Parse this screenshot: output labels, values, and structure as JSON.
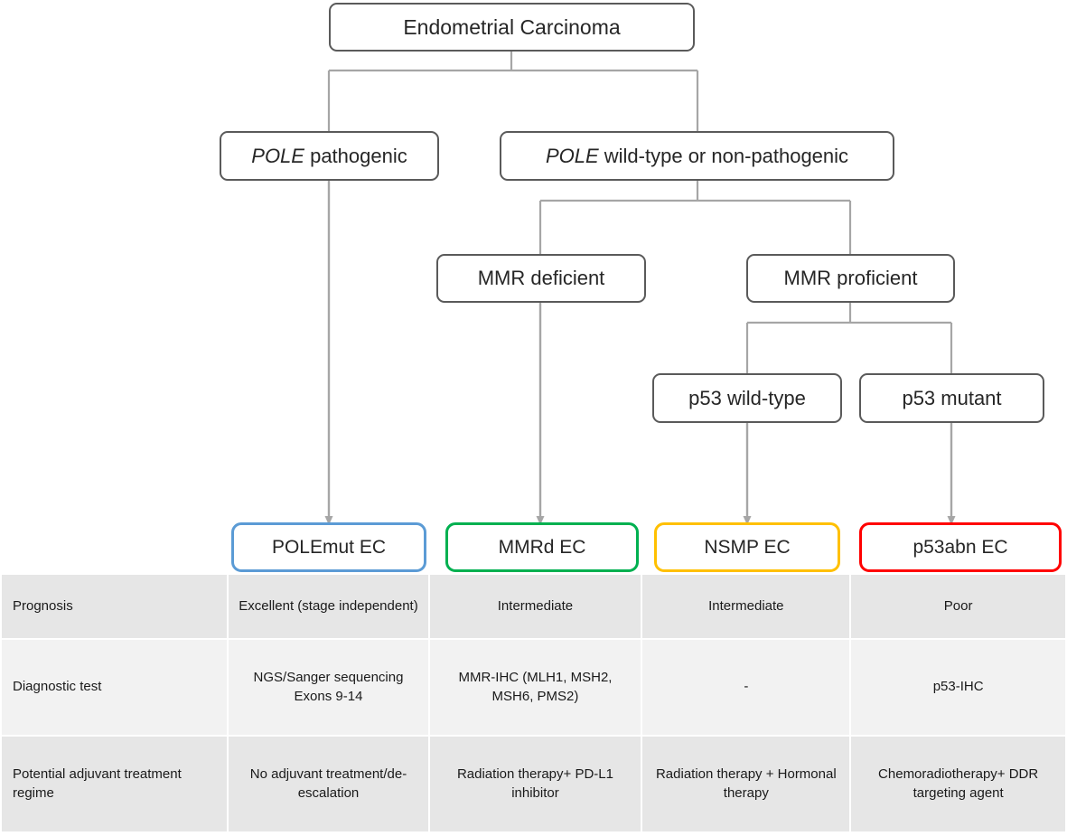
{
  "diagram": {
    "title": "Endometrial Carcinoma molecular classification",
    "root": {
      "label": "Endometrial Carcinoma"
    },
    "level1": [
      {
        "label_italic": "POLE",
        "label_rest": " pathogenic"
      },
      {
        "label_italic": "POLE",
        "label_rest": " wild-type or non-pathogenic"
      }
    ],
    "level2": [
      {
        "label": "MMR deficient"
      },
      {
        "label": "MMR proficient"
      }
    ],
    "level3": [
      {
        "label": "p53 wild-type"
      },
      {
        "label": "p53 mutant"
      }
    ],
    "connector_color": "#a6a6a6",
    "node_border_color": "#5a5a5a"
  },
  "subtypes": [
    {
      "label_italic": "POLE",
      "label_rest": "mut EC",
      "color": "#5B9BD5"
    },
    {
      "label_italic": "",
      "label_rest": "MMRd EC",
      "color": "#00B050"
    },
    {
      "label_italic": "",
      "label_rest": "NSMP EC",
      "color": "#FFC000"
    },
    {
      "label_italic": "",
      "label_rest": "p53abn EC",
      "color": "#FF0000"
    }
  ],
  "table": {
    "rows": [
      {
        "label": "Prognosis",
        "cells": [
          "Excellent (stage independent)",
          "Intermediate",
          "Intermediate",
          "Poor"
        ]
      },
      {
        "label": "Diagnostic test",
        "cells": [
          "NGS/Sanger sequencing Exons 9-14",
          "MMR-IHC (MLH1, MSH2, MSH6, PMS2)",
          "-",
          "p53-IHC"
        ]
      },
      {
        "label": "Potential adjuvant treatment regime",
        "cells": [
          "No adjuvant treatment/de-escalation",
          "Radiation therapy+ PD-L1 inhibitor",
          "Radiation therapy + Hormonal therapy",
          "Chemoradiotherapy+ DDR targeting agent"
        ]
      }
    ]
  }
}
